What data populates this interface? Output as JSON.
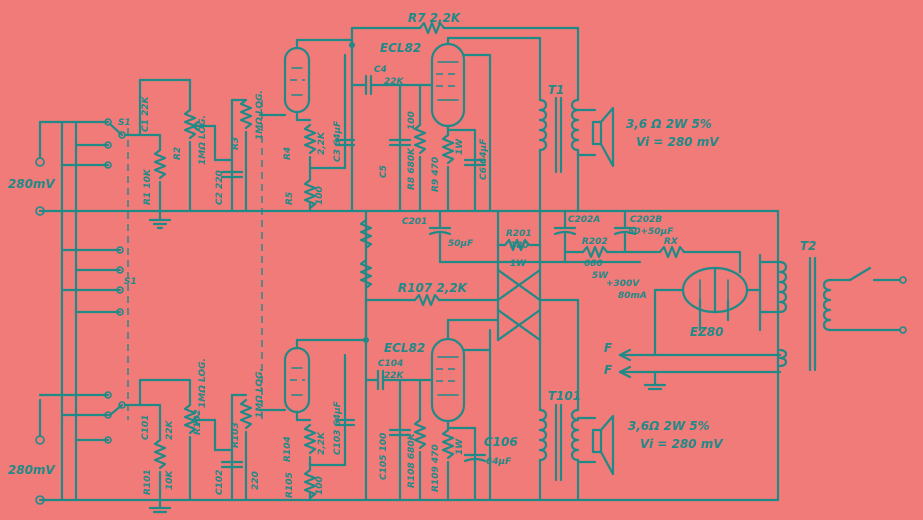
{
  "labels": {
    "r7": "R7 2,2K",
    "ecl82_top": "ECL82",
    "c4": "C4",
    "c4v": "22K",
    "t1": "T1",
    "spk1_a": "3,6 Ω 2W 5%",
    "spk1_b": "Vi = 280 mV",
    "in_top": "280mV",
    "s1_top": "S1",
    "c1": "C1 22K",
    "r1": "R1 10K",
    "r2": "R2",
    "r2v": "1MΩ LOG.",
    "c2": "C2 220",
    "r3": "R3",
    "r3v": "1MΩ LOG.",
    "r4": "R4",
    "r4v": "2,2K",
    "c3": "C3 64µF",
    "r5": "R5",
    "r5v": "100",
    "c5": "C5",
    "c5v": "100",
    "r8": "R8 680K",
    "r9": "R9 470",
    "r9w": "1W",
    "c6": "C6 64µF",
    "c201": "C201",
    "c201v": "50µF",
    "r201": "R201",
    "r201v": "180",
    "r201w": "1W",
    "c202a": "C202A",
    "c202b": "C202B",
    "c202v": "50+50µF",
    "r202": "R202",
    "r202v": "680",
    "r202w": "5W",
    "rx": "RX",
    "t2": "T2",
    "s1_mid": "S1",
    "b300": "+300V",
    "b80": "80mA",
    "ez80": "EZ80",
    "f1": "F",
    "f2": "F",
    "r107": "R107 2,2K",
    "ecl82_bot": "ECL82",
    "c104": "C104",
    "c104v": "22K",
    "r102": "R102",
    "r102v": "1MΩ LOG.",
    "r103": "R103",
    "r103v": "1MΩ LOG.",
    "r104": "R104",
    "r104v": "2,2K",
    "c103": "C103 64µF",
    "c101": "C101",
    "c101v": "22K",
    "r101": "R101",
    "r101v": "10K",
    "c102": "C102",
    "c102v": "220",
    "r105": "R105",
    "r105v": "100",
    "c105": "C105 100",
    "r108": "R108 680K",
    "r109": "R109 470",
    "r109w": "1W",
    "c106": "C106",
    "c106v": "64µF",
    "t101": "T101",
    "spk2_a": "3,6Ω 2W 5%",
    "spk2_b": "Vi = 280 mV",
    "in_bot": "280mV"
  }
}
